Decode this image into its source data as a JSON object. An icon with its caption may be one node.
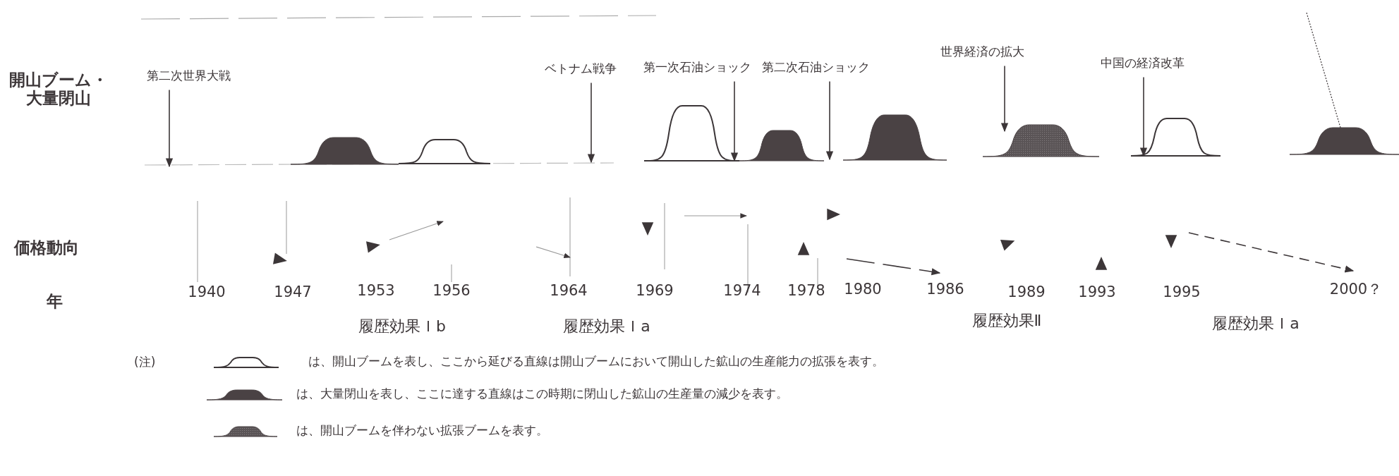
{
  "diagram": {
    "nodes": [
      {
        "text": [
          "第二次世界大戦"
        ]
      },
      {
        "text": [
          "ベトナム戦争"
        ]
      },
      {
        "text": [
          "第一次石油ショック"
        ]
      },
      {
        "text": [
          "第二次石油ショック"
        ]
      },
      {
        "text": [
          "世界経済の拡大"
        ]
      },
      {
        "text": [
          "中国の経済改革"
        ]
      },
      {
        "text": [],
        "shape": "hump"
      },
      {
        "text": [],
        "shape": "hump"
      },
      {
        "text": [],
        "shape": "hump"
      },
      {
        "text": [],
        "shape": "hump"
      },
      {
        "text": [],
        "shape": "hump"
      },
      {
        "text": [],
        "shape": "hump"
      },
      {
        "text": [],
        "shape": "hump"
      },
      {
        "text": [],
        "shape": "hump"
      }
    ],
    "edges": [
      {
        "from": 0,
        "to": null,
        "arrow": "to"
      },
      {
        "from": 1,
        "to": null,
        "arrow": "to"
      },
      {
        "from": 2,
        "to": 8,
        "arrow": "to"
      },
      {
        "from": 3,
        "to": 9,
        "arrow": "to"
      },
      {
        "from": 4,
        "to": 11,
        "arrow": "to"
      },
      {
        "from": 5,
        "to": 12,
        "arrow": "to"
      }
    ],
    "labels": [
      "開山ブーム・大量閉山",
      "価格動向",
      "年",
      "1940",
      "1947",
      "1953",
      "1956",
      "1964",
      "1969",
      "1974",
      "1978",
      "1980",
      "1986",
      "1989",
      "1993",
      "1995",
      "2000？",
      "履歴効果Ｉb",
      "履歴効果Ｉa",
      "履歴効果Ⅱ",
      "履歴効果Ｉa",
      "(注)"
    ],
    "legend": [
      {
        "text": "は、開山ブームを表し、ここから延びる直線は開山ブームにおいて開山した鉱山の生産能力の拡張を表す。"
      },
      {
        "text": "は、大量閉山を表し、ここに達する直線はこの時期に閉山した鉱山の生産量の減少を表す。"
      },
      {
        "text": "は、開山ブームを伴わない拡張ブームを表す。"
      }
    ]
  }
}
